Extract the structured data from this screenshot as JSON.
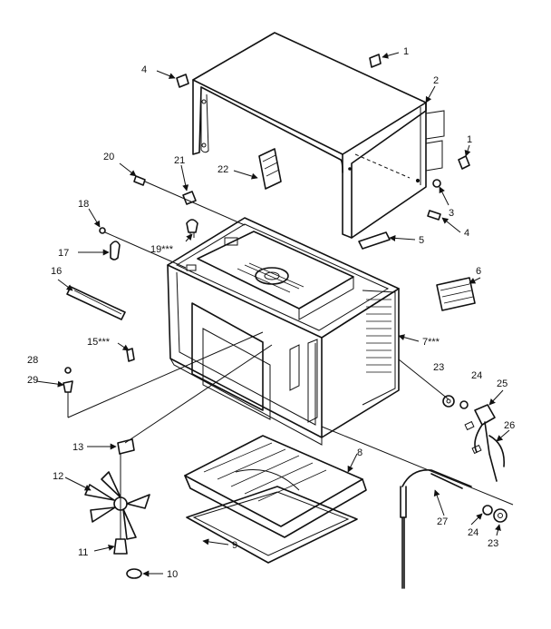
{
  "callouts": [
    {
      "id": "c1a",
      "label": "1"
    },
    {
      "id": "c2",
      "label": "2"
    },
    {
      "id": "c4a",
      "label": "4"
    },
    {
      "id": "c1b",
      "label": "1"
    },
    {
      "id": "c3",
      "label": "3"
    },
    {
      "id": "c4b",
      "label": "4"
    },
    {
      "id": "c20",
      "label": "20"
    },
    {
      "id": "c21",
      "label": "21"
    },
    {
      "id": "c22",
      "label": "22"
    },
    {
      "id": "c18",
      "label": "18"
    },
    {
      "id": "c17",
      "label": "17"
    },
    {
      "id": "c19",
      "label": "19***"
    },
    {
      "id": "c5",
      "label": "5"
    },
    {
      "id": "c16",
      "label": "16"
    },
    {
      "id": "c6",
      "label": "6"
    },
    {
      "id": "c7",
      "label": "7***"
    },
    {
      "id": "c15",
      "label": "15***"
    },
    {
      "id": "c28",
      "label": "28"
    },
    {
      "id": "c29",
      "label": "29"
    },
    {
      "id": "c23a",
      "label": "23"
    },
    {
      "id": "c24a",
      "label": "24"
    },
    {
      "id": "c25",
      "label": "25"
    },
    {
      "id": "c26",
      "label": "26"
    },
    {
      "id": "c13",
      "label": "13"
    },
    {
      "id": "c8",
      "label": "8"
    },
    {
      "id": "c12",
      "label": "12"
    },
    {
      "id": "c27",
      "label": "27"
    },
    {
      "id": "c24b",
      "label": "24"
    },
    {
      "id": "c23b",
      "label": "23"
    },
    {
      "id": "c9",
      "label": "9"
    },
    {
      "id": "c11",
      "label": "11"
    },
    {
      "id": "c10",
      "label": "10"
    }
  ]
}
